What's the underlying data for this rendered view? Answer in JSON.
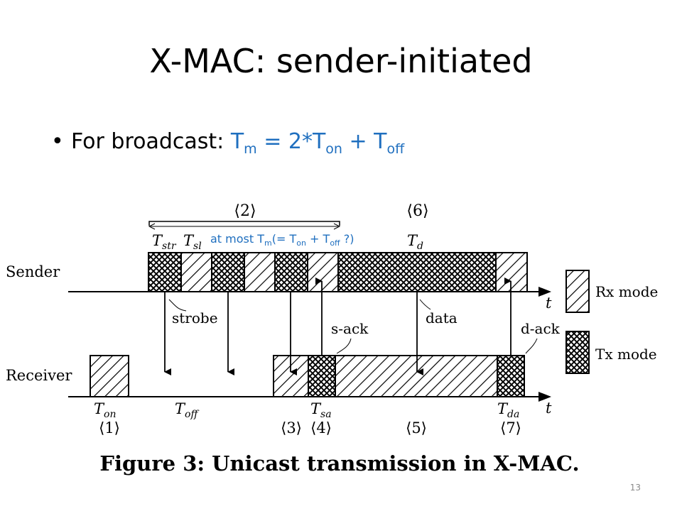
{
  "slide": {
    "title": "X-MAC: sender-initiated",
    "bullet": {
      "prefix": "For broadcast: ",
      "T_m": "T",
      "T_m_sub": "m",
      "eq": " = 2*T",
      "on_sub": "on",
      "plus": " + T",
      "off_sub": "off"
    },
    "page_number": "13"
  },
  "diagram": {
    "annotation": {
      "prefix": "at most T",
      "m_sub": "m",
      "mid": "(= T",
      "on_sub": "on",
      "plus": " + T",
      "off_sub": "off",
      "suffix": " ?)"
    },
    "row_labels": {
      "sender": "Sender",
      "receiver": "Receiver"
    },
    "axis_t": "t",
    "legend": {
      "rx": "Rx mode",
      "tx": "Tx mode"
    },
    "arrow_labels": {
      "strobe": "strobe",
      "sack": "s-ack",
      "data": "data",
      "dack": "d-ack"
    },
    "top_markers": {
      "m2": "⟨2⟩",
      "m6": "⟨6⟩"
    },
    "top_labels": {
      "tstr": "T",
      "tstr_sub": "str",
      "tsl": "T",
      "tsl_sub": "sl",
      "td": "T",
      "td_sub": "d"
    },
    "bottom_labels": {
      "ton": "T",
      "ton_sub": "on",
      "toff": "T",
      "toff_sub": "off",
      "tsa": "T",
      "tsa_sub": "sa",
      "tda": "T",
      "tda_sub": "da"
    },
    "bottom_markers": {
      "m1": "⟨1⟩",
      "m3": "⟨3⟩",
      "m4": "⟨4⟩",
      "m5": "⟨5⟩",
      "m7": "⟨7⟩"
    },
    "caption": "Figure 3:  Unicast transmission in X-MAC."
  }
}
